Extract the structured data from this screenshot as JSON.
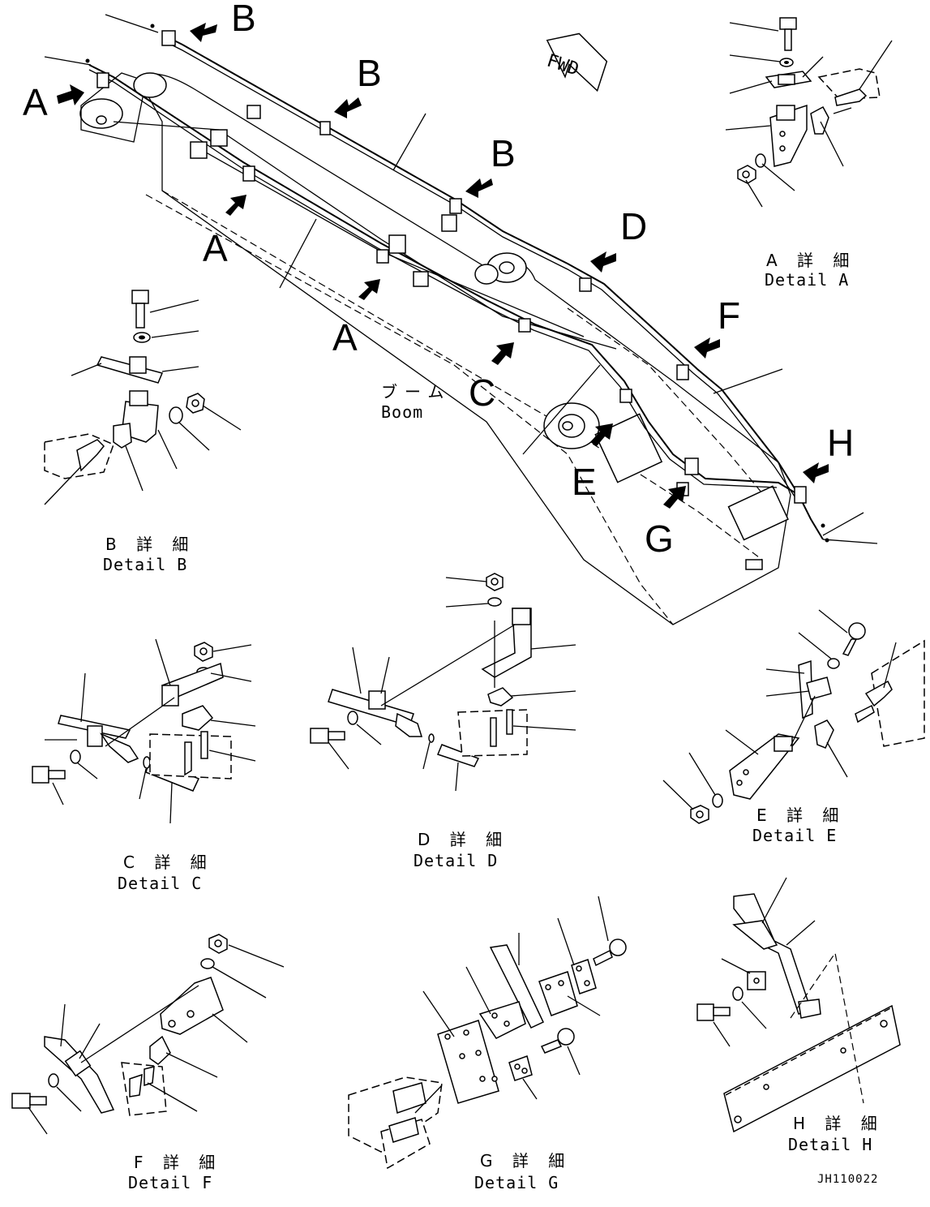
{
  "fwd_label": "FWD",
  "boom_label": {
    "jp": "ブーム",
    "en": "Boom"
  },
  "callouts": [
    "A",
    "A",
    "A",
    "B",
    "B",
    "B",
    "C",
    "D",
    "E",
    "F",
    "G",
    "H"
  ],
  "details": {
    "a": {
      "jp": "A 詳 細",
      "en": "Detail A"
    },
    "b": {
      "jp": "B 詳 細",
      "en": "Detail B"
    },
    "c": {
      "jp": "C 詳 細",
      "en": "Detail C"
    },
    "d": {
      "jp": "D 詳 細",
      "en": "Detail D"
    },
    "e": {
      "jp": "E 詳 細",
      "en": "Detail E"
    },
    "f": {
      "jp": "F 詳 細",
      "en": "Detail F"
    },
    "g": {
      "jp": "G 詳 細",
      "en": "Detail G"
    },
    "h": {
      "jp": "H 詳 細",
      "en": "Detail H"
    }
  },
  "drawing_code": "JH110022"
}
